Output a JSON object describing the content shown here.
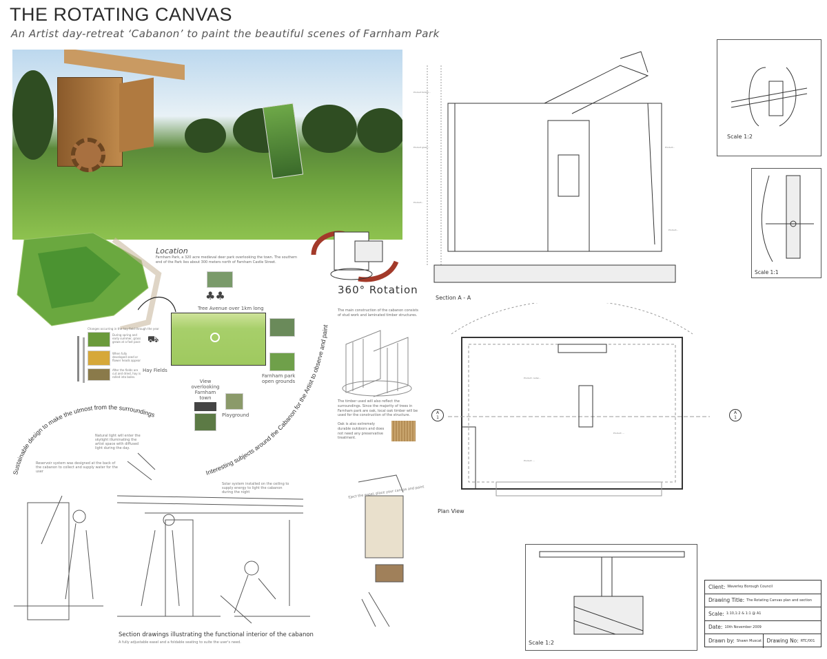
{
  "header": {
    "title": "THE ROTATING CANVAS",
    "subtitle": "An Artist day-retreat ‘Cabanon’ to paint the beautiful scenes of Farnham Park"
  },
  "location": {
    "heading": "Location",
    "text": "Farnham Park, a 320 acre medieval deer park overlooking the town. The southern end of the Park lies about 300 meters north of Farnham Castle Street."
  },
  "park_labels": {
    "tree_avenue": "Tree Avenue over 1km long",
    "hay_fields": "Hay Fields",
    "view": "View overlooking Farnham town",
    "open_grounds": "Farnham park open grounds",
    "playground": "Playground"
  },
  "hay": {
    "heading": "Changes occurring in the hay field through the year",
    "stages": [
      "During spring and early summer, grass grows at a fast pace",
      "When fully developed seed or flower heads appear",
      "After the fields are cut and dried, hay is rolled into bales."
    ]
  },
  "rotation": {
    "label": "360° Rotation"
  },
  "construction": {
    "text1": "The main construction of the cabanon consists of stud work and laminated timber structures.",
    "text2": "The timber used will also reflect the surroundings. Since the majority of trees in Farnham park are oak, local oak timber will be used for the construction of the structure.",
    "text3": "Oak is also extremely durable outdoors and does not need any preservative treatment."
  },
  "curved": {
    "interesting": "Interesting subjects around the Cabanon for the Artist to observe and paint",
    "sustainable": "Sustainable design to make the utmost from the surroundings"
  },
  "sections": {
    "natural_light": "Natural light will enter the skylight illuminating the artist space with diffused light during the day.",
    "reservoir": "Reservoir system was designed at the back of the cabanon to collect and supply water for the user",
    "solar": "Solar system installed on the ceiling to supply energy to light the cabanon during the night",
    "heading": "Section drawings illustrating the functional interior of the cabanon",
    "caption": "A fully adjustable easel and a foldable seating to suite the user's need.",
    "easel_note": "Eject the easel, place your canvas and paint"
  },
  "drawings": {
    "section_aa": "Section A - A",
    "plan_view": "Plan View",
    "scale_12_top": "Scale 1:2",
    "scale_11": "Scale 1:1",
    "scale_12_bottom": "Scale 1:2",
    "marker": "A",
    "marker_num": "1"
  },
  "title_block": {
    "client_label": "Client:",
    "client": "Waverley Borough Council",
    "title_label": "Drawing Title:",
    "title": "The Rotating Canvas plan and section",
    "scale_label": "Scale:",
    "scale": "1:10,1:2 & 1:1 @ A1",
    "date_label": "Date:",
    "date": "10th November 2009",
    "drawn_label": "Drawn by:",
    "drawn": "Shawn Muscat",
    "no_label": "Drawing No:",
    "no": "RTC/001"
  }
}
